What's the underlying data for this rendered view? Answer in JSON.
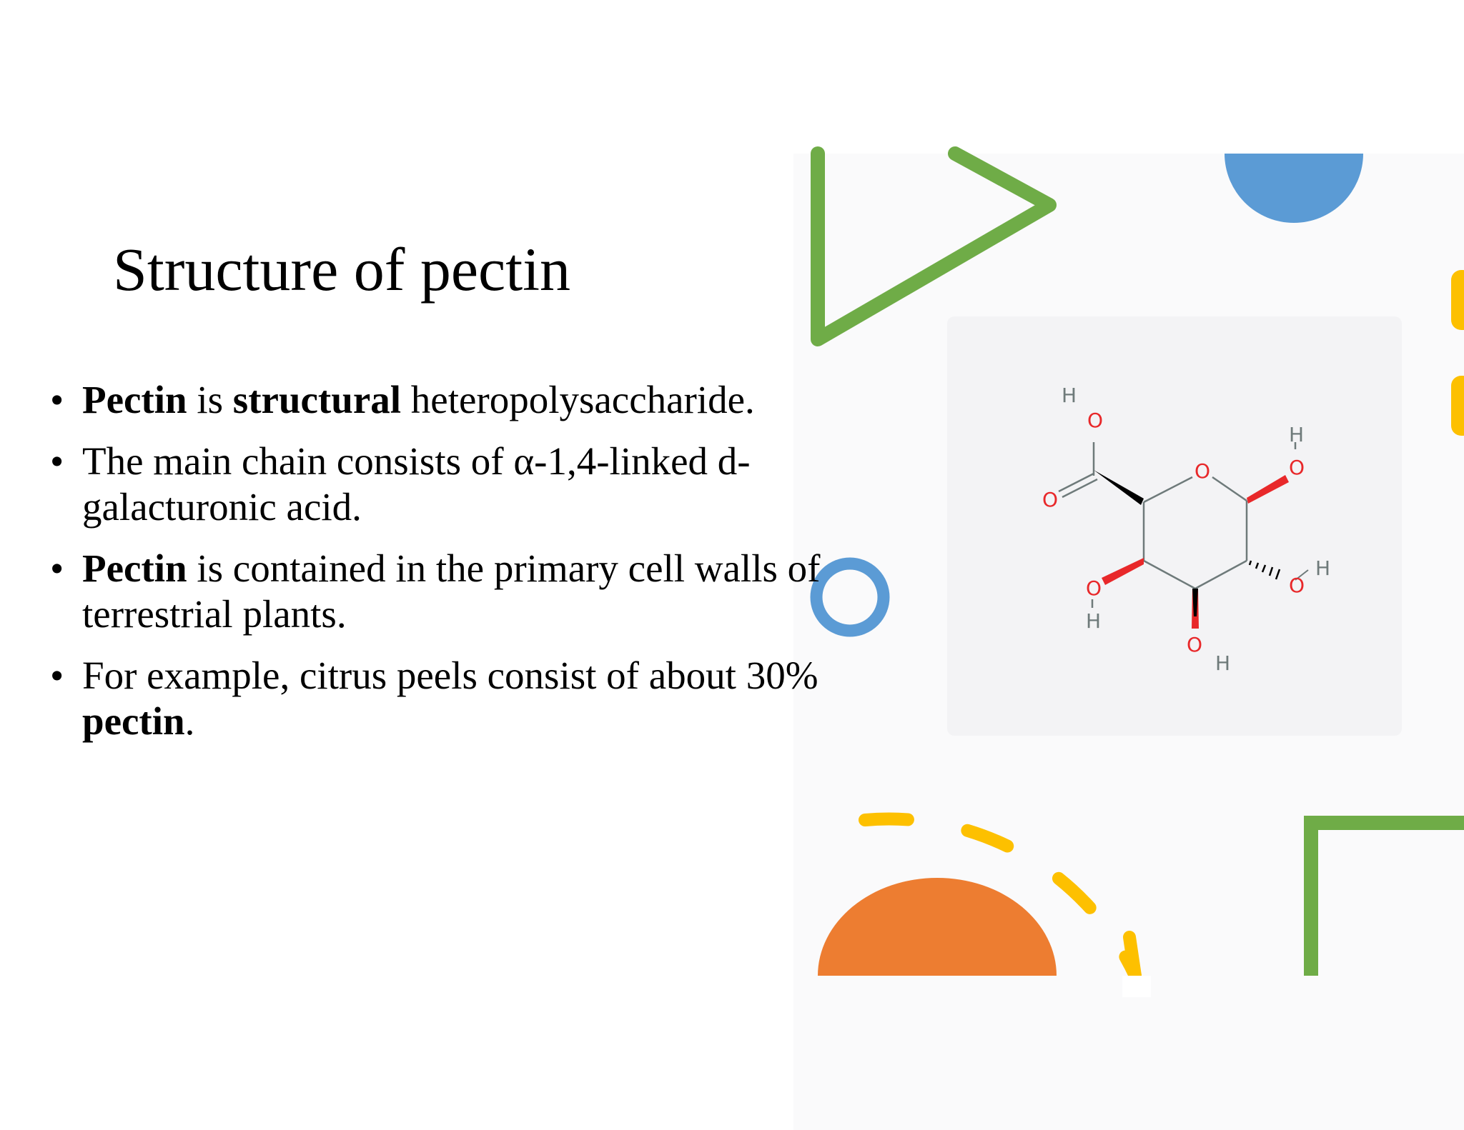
{
  "slide": {
    "title": "Structure of pectin",
    "bullet_marker": "•",
    "bullets": [
      {
        "parts": [
          {
            "text": "Pectin",
            "bold": true
          },
          {
            "text": " is "
          },
          {
            "text": "structural",
            "bold": true
          },
          {
            "text": " heteropolysaccharide."
          }
        ]
      },
      {
        "parts": [
          {
            "text": " The main chain consists of α-1,4-linked d-galacturonic acid."
          }
        ]
      },
      {
        "parts": [
          {
            "text": "Pectin",
            "bold": true
          },
          {
            "text": " is contained in the primary cell walls of terrestrial plants."
          }
        ]
      },
      {
        "parts": [
          {
            "text": " For example, citrus peels consist of about 30% "
          },
          {
            "text": "pectin",
            "bold": true
          },
          {
            "text": "."
          }
        ]
      }
    ]
  },
  "molecule": {
    "atoms": {
      "acid_h": "H",
      "acid_oh": "O",
      "carbonyl_o": "O",
      "ring_o": "O",
      "c1_o": "O",
      "c1_h": "H",
      "c2_o": "O",
      "c2_h": "H",
      "c3_o": "O",
      "c3_h": "H",
      "c4_o": "O",
      "c4_h": "H"
    }
  },
  "colors": {
    "green": "#6fac47",
    "blue": "#5b9bd5",
    "yellow": "#fdc000",
    "orange": "#ed7d31",
    "oxygen_red": "#e8282a",
    "hydrogen_gray": "#6e7a7a",
    "card_bg": "#f3f3f5"
  },
  "icons": [
    "triangle-shape",
    "blue-half-circle",
    "blue-ring",
    "yellow-dashed-arc",
    "orange-half-circle",
    "green-corner",
    "yellow-dash"
  ]
}
